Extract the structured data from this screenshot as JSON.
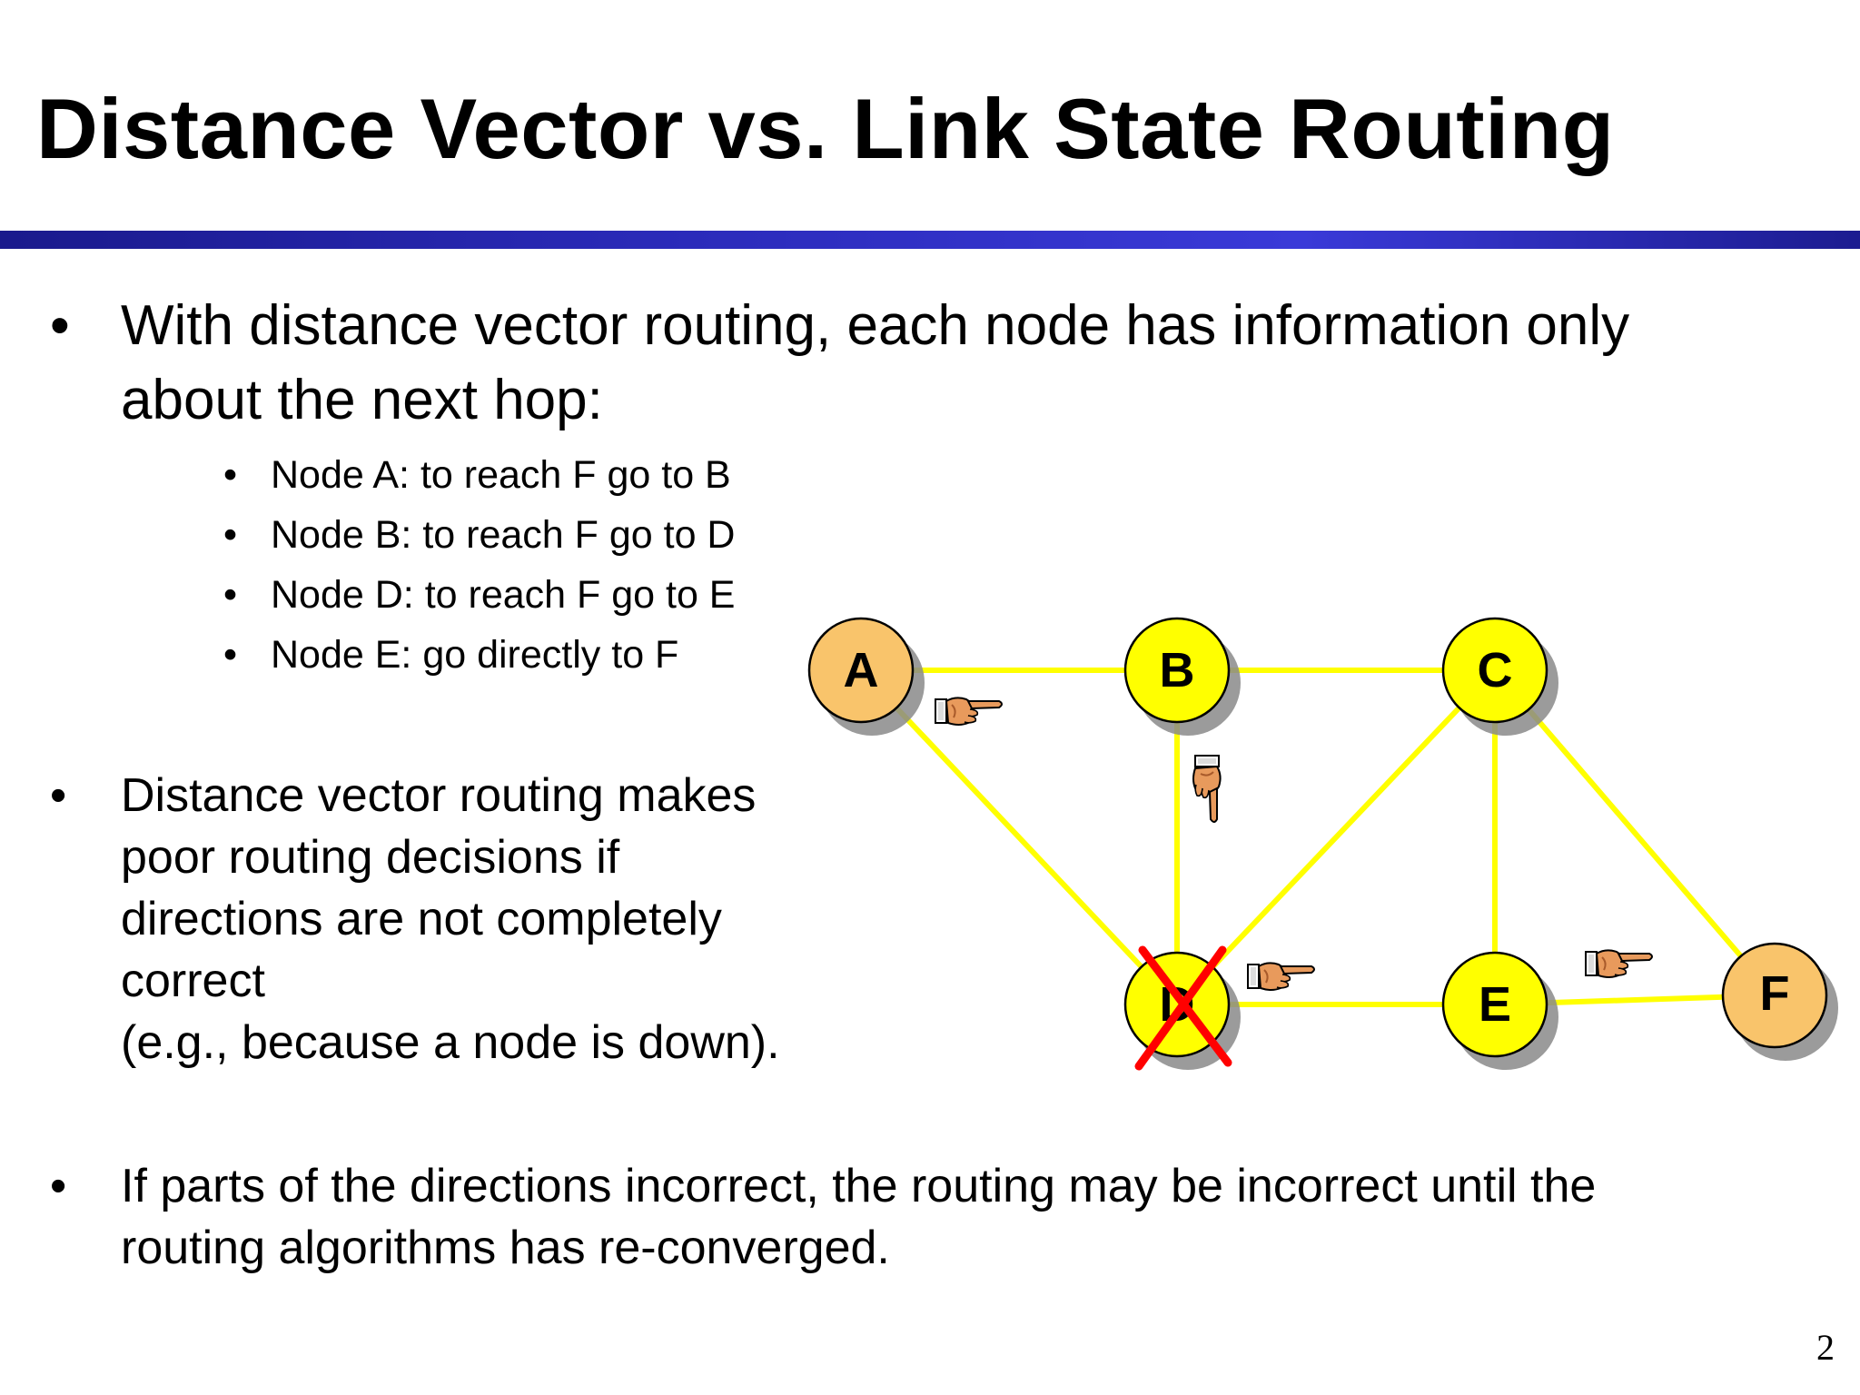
{
  "slide": {
    "title": "Distance Vector vs. Link State Routing",
    "page_number": "2"
  },
  "bullets": {
    "b1": [
      "With distance vector routing, each node has information only",
      "about the next hop:"
    ],
    "sub_items": [
      "Node A:  to reach F go to B",
      "Node B: to reach F go to D",
      "Node D: to reach F go to E",
      "Node E: go directly to F"
    ],
    "b2": [
      "Distance vector routing makes",
      "poor routing decisions if",
      "directions are not completely",
      "correct",
      "(e.g., because a node is down)."
    ],
    "b3": [
      "If parts of the directions incorrect, the routing may be incorrect until the",
      "routing algorithms has re-converged."
    ],
    "bullet_glyph": "•"
  },
  "diagram": {
    "nodes": [
      {
        "id": "A",
        "label": "A",
        "fill": "#f9c46b"
      },
      {
        "id": "B",
        "label": "B",
        "fill": "#ffff00"
      },
      {
        "id": "C",
        "label": "C",
        "fill": "#ffff00"
      },
      {
        "id": "D",
        "label": "D",
        "fill": "#ffff00",
        "crossed_out": true
      },
      {
        "id": "E",
        "label": "E",
        "fill": "#ffff00"
      },
      {
        "id": "F",
        "label": "F",
        "fill": "#f9c46b"
      }
    ],
    "edges": [
      [
        "A",
        "B"
      ],
      [
        "B",
        "C"
      ],
      [
        "A",
        "D"
      ],
      [
        "B",
        "D"
      ],
      [
        "C",
        "D"
      ],
      [
        "C",
        "E"
      ],
      [
        "C",
        "F"
      ],
      [
        "D",
        "E"
      ],
      [
        "E",
        "F"
      ]
    ],
    "edge_color": "#ffff00",
    "cross_color": "#ff0000",
    "pointers": [
      {
        "name": "hand-pointer-icon",
        "direction": "right"
      },
      {
        "name": "hand-pointer-icon",
        "direction": "down"
      },
      {
        "name": "hand-pointer-icon",
        "direction": "right"
      },
      {
        "name": "hand-pointer-icon",
        "direction": "right"
      }
    ]
  },
  "colors": {
    "rule_dark": "#1a1a8c",
    "rule_light": "#3a3ad8",
    "node_orange": "#f9c46b",
    "node_yellow": "#ffff00",
    "hand_skin": "#e89a5c"
  }
}
